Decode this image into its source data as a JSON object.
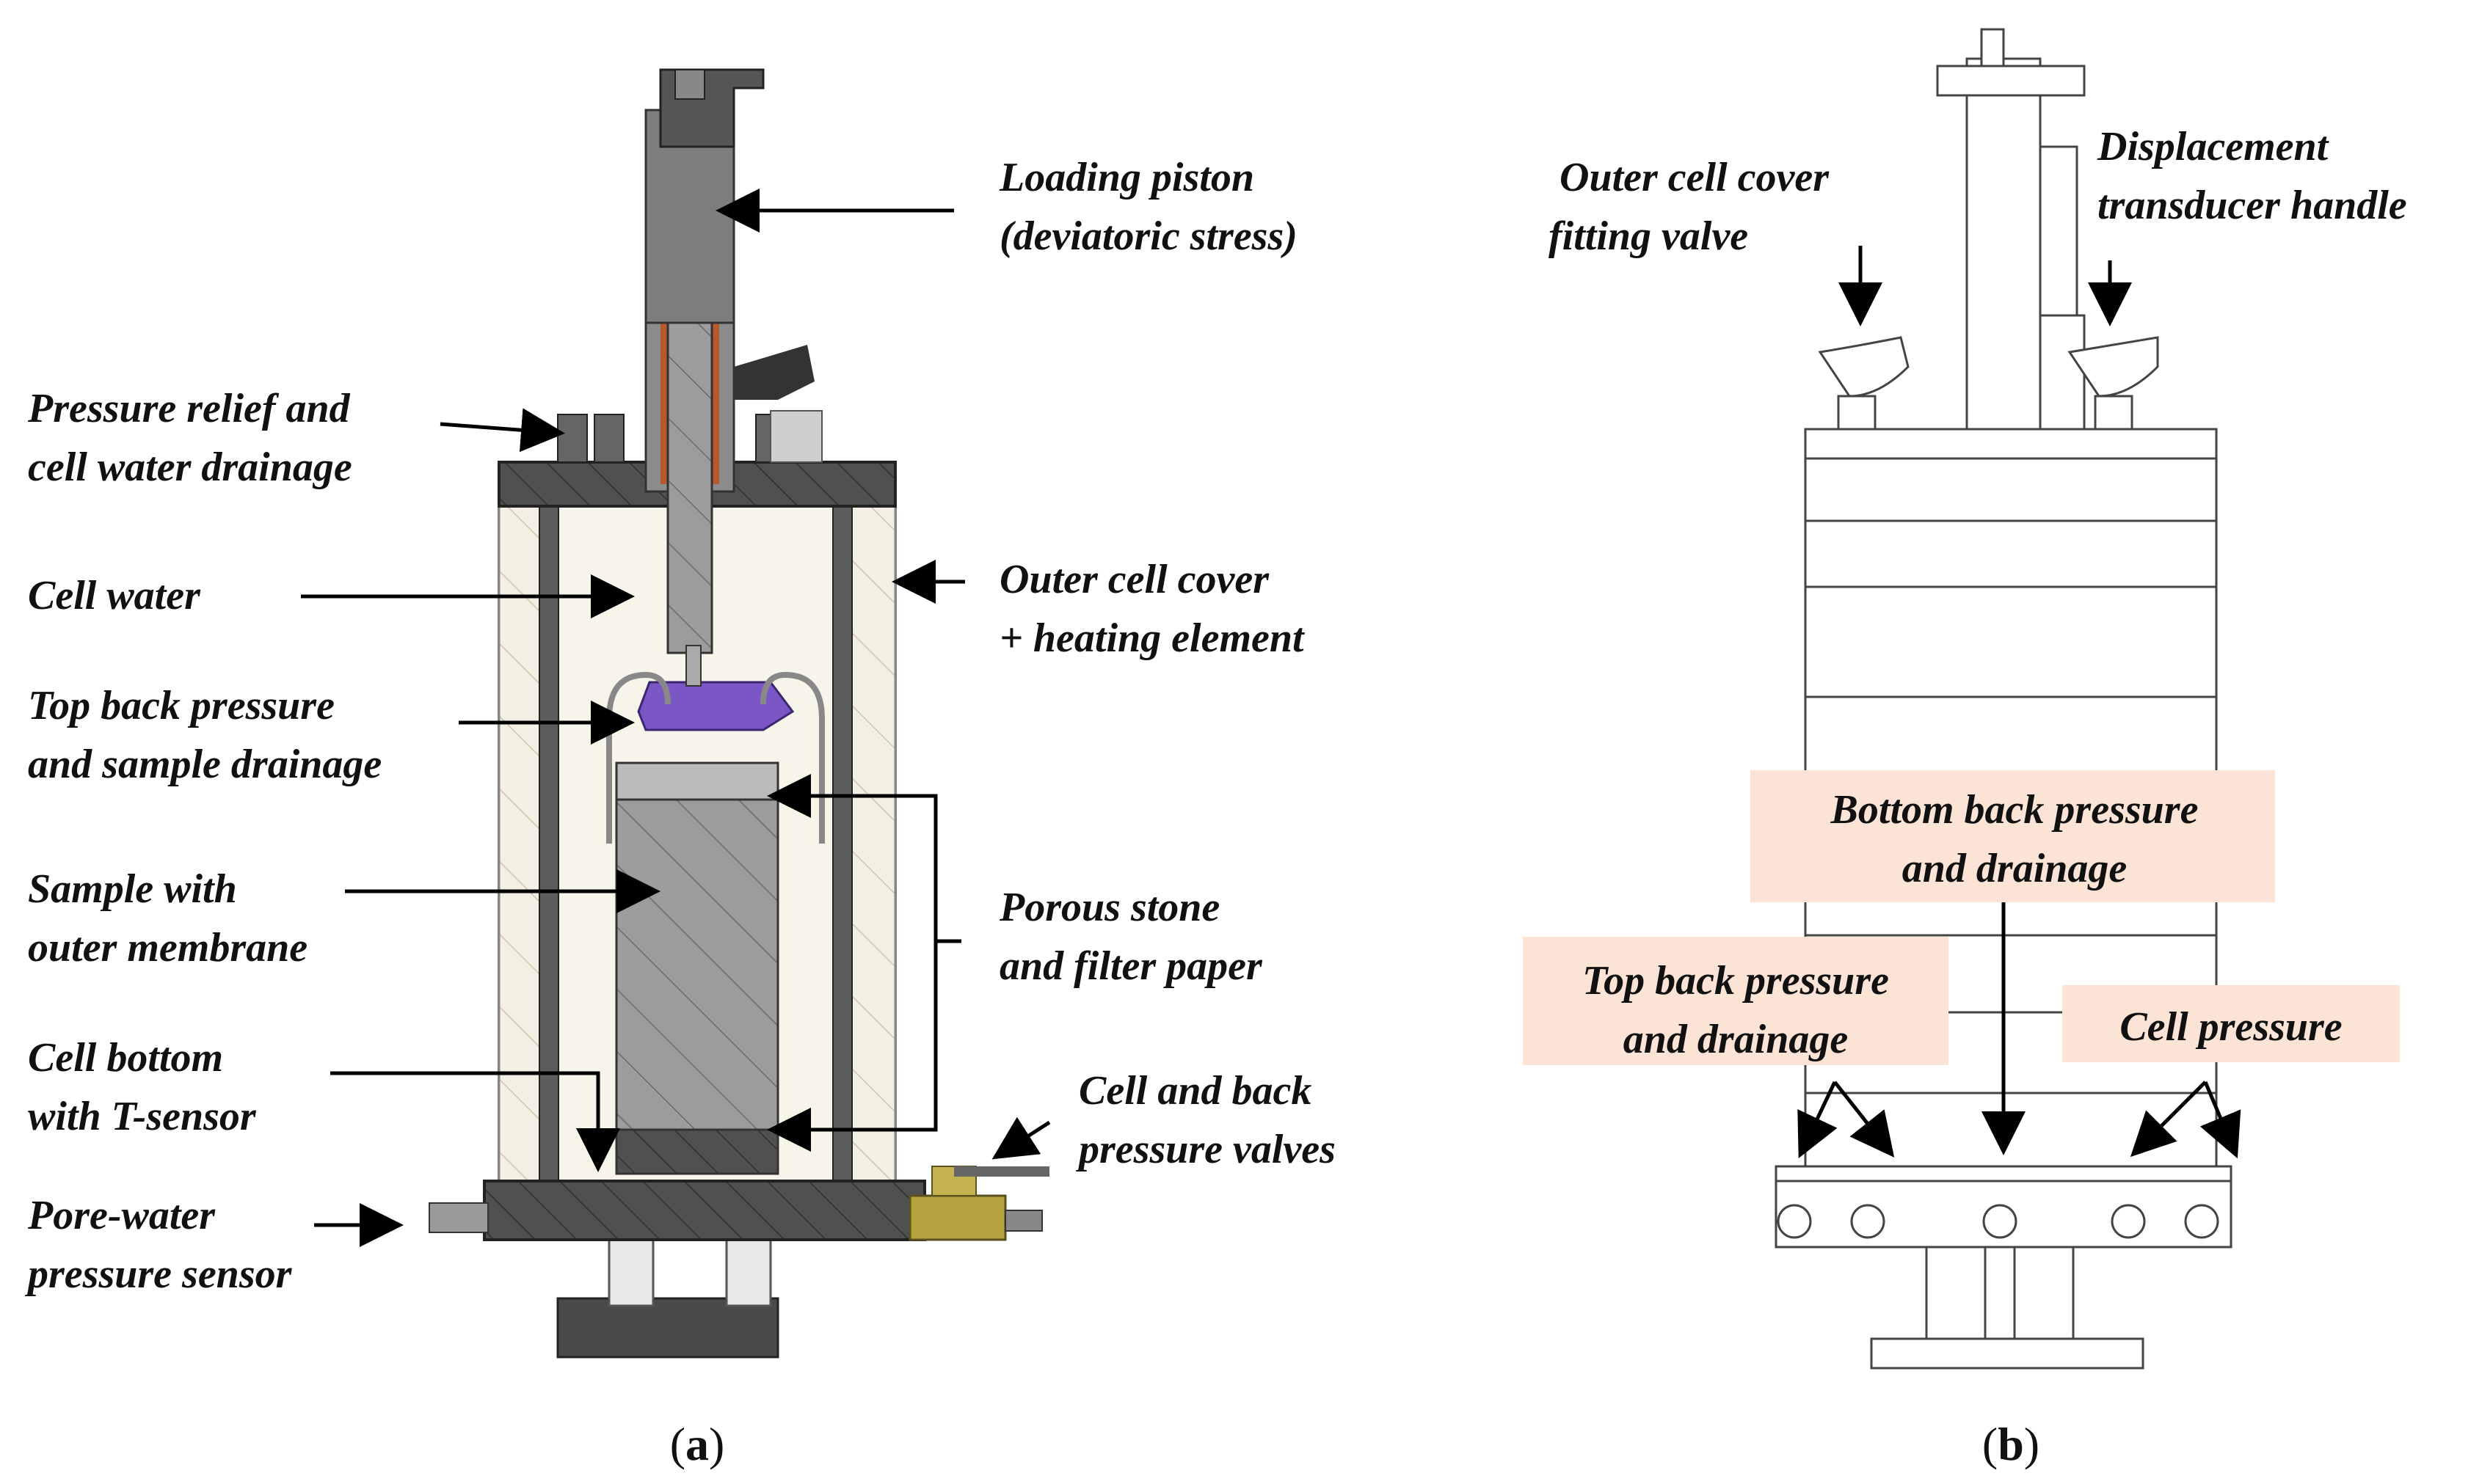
{
  "panel_a": {
    "caption": "a",
    "labels": {
      "loading_piston_1": "Loading piston",
      "loading_piston_2": "(deviatoric stress)",
      "relief_1": "Pressure relief and",
      "relief_2": "cell water drainage",
      "cell_water": "Cell water",
      "outer_cover_1": "Outer cell cover",
      "outer_cover_2": "+ heating element",
      "top_back_1": "Top back pressure",
      "top_back_2": "and sample drainage",
      "sample_1": "Sample with",
      "sample_2": "outer membrane",
      "porous_1": "Porous stone",
      "porous_2": "and filter paper",
      "cell_bottom_1": "Cell bottom",
      "cell_bottom_2": "with T-sensor",
      "valves_1": "Cell and back",
      "valves_2": "pressure valves",
      "pore_1": "Pore-water",
      "pore_2": "pressure sensor"
    }
  },
  "panel_b": {
    "caption": "b",
    "labels": {
      "fitting_1": "Outer cell cover",
      "fitting_2": "fitting valve",
      "disp_1": "Displacement",
      "disp_2": "transducer handle",
      "bottom_back_1": "Bottom back pressure",
      "bottom_back_2": "and drainage",
      "top_back_1": "Top back pressure",
      "top_back_2": "and drainage",
      "cell_pressure": "Cell pressure"
    },
    "highlight_color": "#fbe4d5"
  },
  "colors": {
    "steel_dark": "#4a4a4a",
    "steel_mid": "#8a8a8a",
    "cell_body": "#f5f2e8",
    "sample": "#9a9a9a",
    "purple_cap": "#7b57c6",
    "valve_brass": "#b5a340"
  }
}
